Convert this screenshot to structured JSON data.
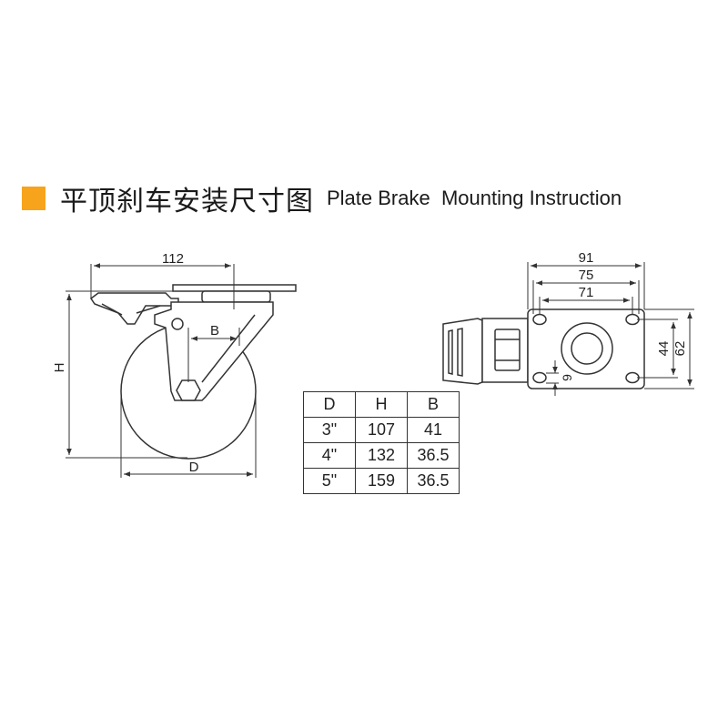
{
  "header": {
    "title_cn": "平顶刹车安装尺寸图",
    "title_en": "Plate Brake  Mounting Instruction",
    "accent_color": "#F7A31C",
    "icon": "orange-square-icon"
  },
  "side_view": {
    "width_label": "112",
    "height_label": "H",
    "diameter_label": "D",
    "offset_label": "B"
  },
  "top_view": {
    "dim_91": "91",
    "dim_75": "75",
    "dim_71": "71",
    "dim_44": "44",
    "dim_62": "62",
    "dim_9": "9"
  },
  "table": {
    "headers": [
      "D",
      "H",
      "B"
    ],
    "rows": [
      [
        "3\"",
        "107",
        "41"
      ],
      [
        "4\"",
        "132",
        "36.5"
      ],
      [
        "5\"",
        "159",
        "36.5"
      ]
    ]
  },
  "stroke_color": "#333333"
}
